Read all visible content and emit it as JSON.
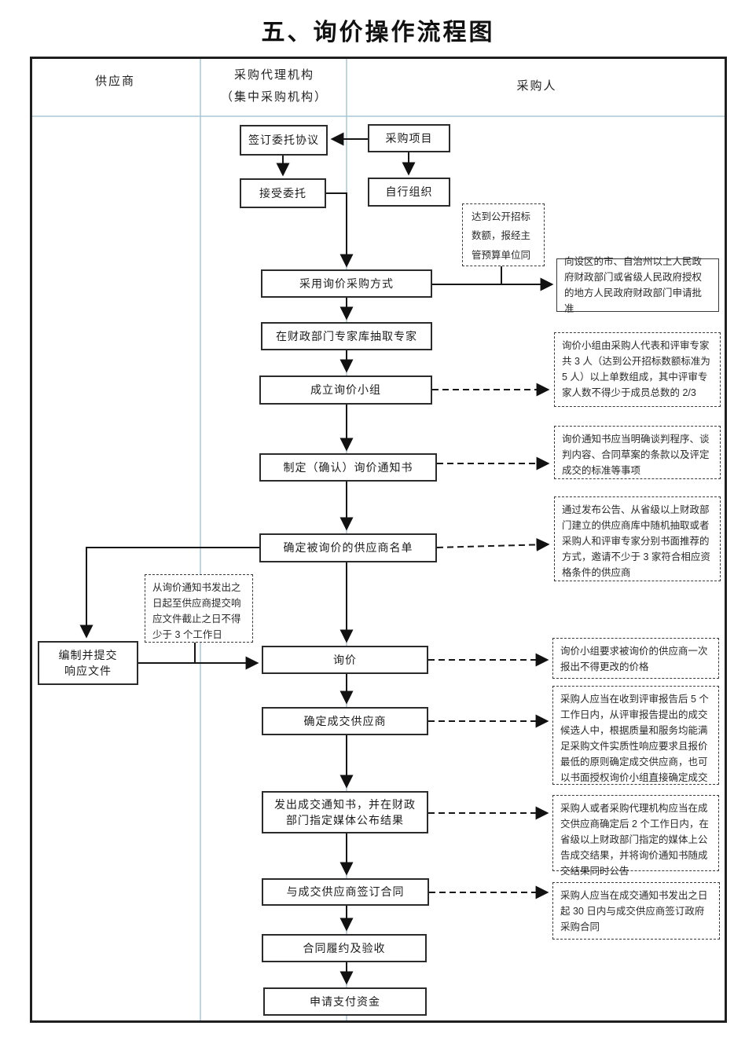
{
  "title": "五、询价操作流程图",
  "lanes": {
    "supplier": "供应商",
    "agency_line1": "采购代理机构",
    "agency_line2": "（集中采购机构）",
    "purchaser": "采购人"
  },
  "nodes": {
    "sign_agreement": "签订委托协议",
    "procurement_project": "采购项目",
    "accept_entrustment": "接受委托",
    "self_organize": "自行组织",
    "adopt_inquiry": "采用询价采购方式",
    "extract_experts": "在财政部门专家库抽取专家",
    "form_inquiry_group": "成立询价小组",
    "make_notice": "制定（确认）询价通知书",
    "determine_supplier_list": "确定被询价的供应商名单",
    "prepare_response": "编制并提交响应文件",
    "inquiry": "询价",
    "determine_winner": "确定成交供应商",
    "issue_notice": "发出成交通知书，并在财政部门指定媒体公布结果",
    "sign_contract": "与成交供应商签订合同",
    "contract_performance": "合同履约及验收",
    "apply_payment": "申请支付资金"
  },
  "notes": {
    "threshold": "达到公开招标数额，报经主管预算单位同",
    "apply_approval": "向设区的市、自治州以上人民政府财政部门或省级人民政府授权的地方人民政府财政部门申请批准",
    "group_composition": "询价小组由采购人代表和评审专家共 3 人（达到公开招标数额标准为 5 人）以上单数组成，其中评审专家人数不得少于成员总数的 2/3",
    "notice_content": "询价通知书应当明确谈判程序、谈判内容、合同草案的条款以及评定成交的标准等事项",
    "supplier_selection": "通过发布公告、从省级以上财政部门建立的供应商库中随机抽取或者采购人和评审专家分别书面推荐的方式，邀请不少于 3 家符合相应资格条件的供应商",
    "response_deadline": "从询价通知书发出之日起至供应商提交响应文件截止之日不得少于 3 个工作日",
    "one_quote": "询价小组要求被询价的供应商一次报出不得更改的价格",
    "winner_determination": "采购人应当在收到评审报告后 5 个工作日内，从评审报告提出的成交候选人中，根据质量和服务均能满足采购文件实质性响应要求且报价最低的原则确定成交供应商，也可以书面授权询价小组直接确定成交",
    "announcement": "采购人或者采购代理机构应当在成交供应商确定后 2 个工作日内，在省级以上财政部门指定的媒体上公告成交结果，并将询价通知书随成交结果同时公告",
    "contract_deadline": "采购人应当在成交通知书发出之日起 30 日内与成交供应商签订政府采购合同"
  },
  "colors": {
    "frame_border": "#1f1f1f",
    "lane_divider": "#a9c7d6",
    "connector": "#161616"
  }
}
